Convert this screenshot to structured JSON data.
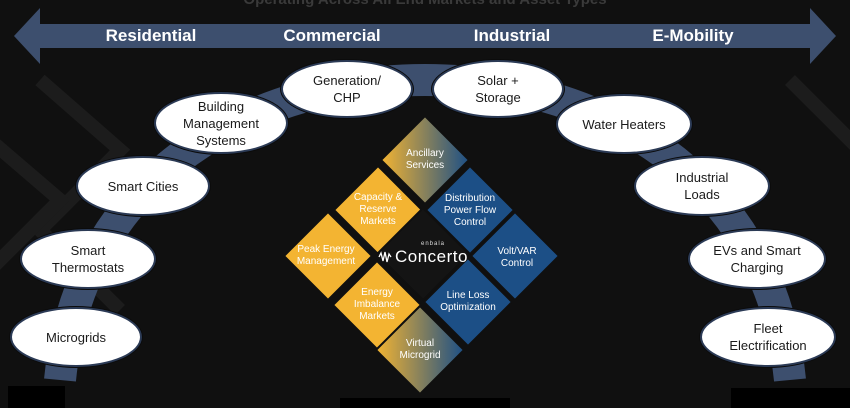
{
  "header_title": "Operating Across All End Markets and Asset Types",
  "markets": [
    "Residential",
    "Commercial",
    "Industrial",
    "E-Mobility"
  ],
  "assets": [
    {
      "id": "microgrids",
      "label": "Microgrids"
    },
    {
      "id": "smart-thermostats",
      "label": "Smart\nThermostats"
    },
    {
      "id": "smart-cities",
      "label": "Smart Cities"
    },
    {
      "id": "building-management-systems",
      "label": "Building\nManagement\nSystems"
    },
    {
      "id": "generation-chp",
      "label": "Generation/\nCHP"
    },
    {
      "id": "solar-storage",
      "label": "Solar +\nStorage"
    },
    {
      "id": "water-heaters",
      "label": "Water Heaters"
    },
    {
      "id": "industrial-loads",
      "label": "Industrial\nLoads"
    },
    {
      "id": "evs-smart-charging",
      "label": "EVs and Smart\nCharging"
    },
    {
      "id": "fleet-electrification",
      "label": "Fleet\nElectrification"
    }
  ],
  "services": [
    {
      "id": "ancillary-services",
      "label": "Ancillary\nServices"
    },
    {
      "id": "capacity-reserve-markets",
      "label": "Capacity &\nReserve\nMarkets"
    },
    {
      "id": "distribution-power-flow-control",
      "label": "Distribution\nPower Flow\nControl"
    },
    {
      "id": "peak-energy-management",
      "label": "Peak Energy\nManagement"
    },
    {
      "id": "volt-var-control",
      "label": "Volt/VAR\nControl"
    },
    {
      "id": "energy-imbalance-markets",
      "label": "Energy\nImbalance\nMarkets"
    },
    {
      "id": "line-loss-optimization",
      "label": "Line Loss\nOptimization"
    },
    {
      "id": "virtual-microgrid",
      "label": "Virtual\nMicrogrid"
    }
  ],
  "logo": {
    "company": "enbala",
    "product": "Concerto"
  },
  "colors": {
    "arrow": "#3d4f6e",
    "arc": "#3d4f6e",
    "yellow": "#f3b432",
    "blue": "#1c4f86",
    "oval_border": "#2b3a55",
    "background": "#101010"
  }
}
